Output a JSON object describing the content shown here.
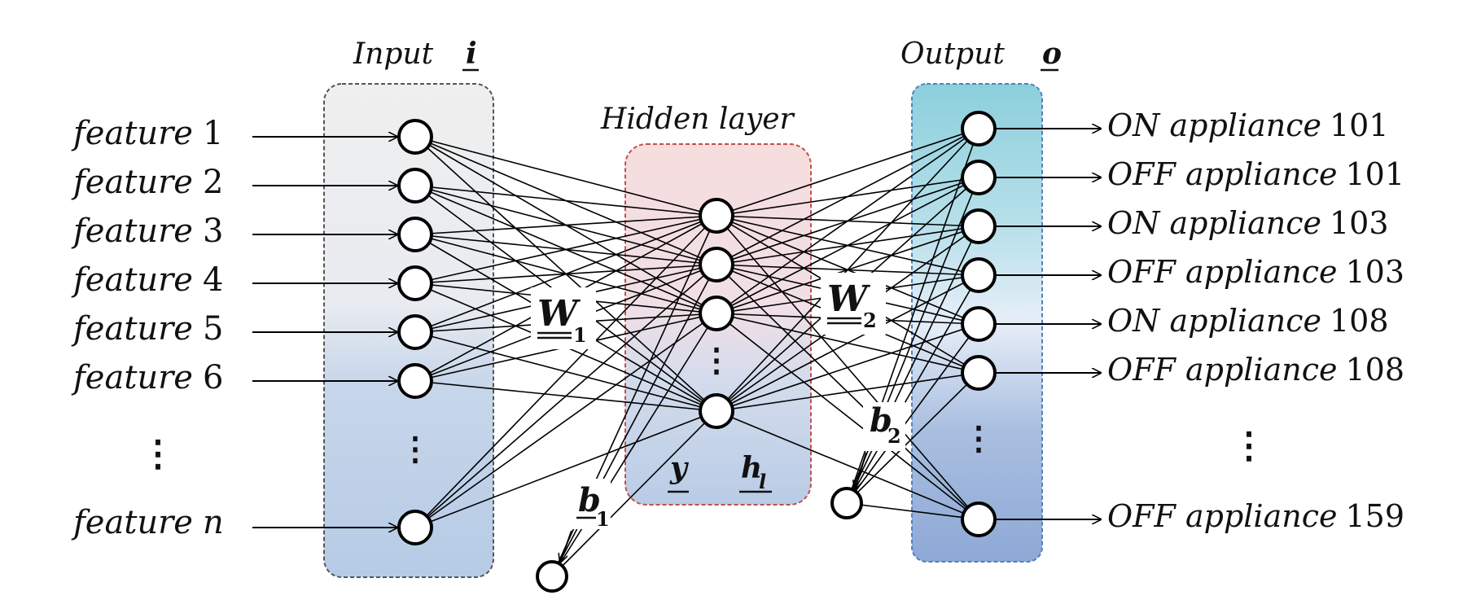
{
  "titles": {
    "input_word": "Input",
    "input_symbol": "i",
    "hidden": "Hidden layer",
    "output_word": "Output",
    "output_symbol": "o"
  },
  "inputs": [
    {
      "word": "feature",
      "idx": "1"
    },
    {
      "word": "feature",
      "idx": "2"
    },
    {
      "word": "feature",
      "idx": "3"
    },
    {
      "word": "feature",
      "idx": "4"
    },
    {
      "word": "feature",
      "idx": "5"
    },
    {
      "word": "feature",
      "idx": "6"
    },
    {
      "word": "feature",
      "idx": "n"
    }
  ],
  "outputs": [
    {
      "word": "ON appliance",
      "num": "101"
    },
    {
      "word": "OFF appliance",
      "num": "101"
    },
    {
      "word": "ON appliance",
      "num": "103"
    },
    {
      "word": "OFF appliance",
      "num": "103"
    },
    {
      "word": "ON appliance",
      "num": "108"
    },
    {
      "word": "OFF appliance",
      "num": "108"
    },
    {
      "word": "OFF appliance",
      "num": "159"
    }
  ],
  "weights": {
    "w1": "W",
    "w1_sub": "1",
    "w2": "W",
    "w2_sub": "2",
    "b1": "b",
    "b1_sub": "1",
    "b2": "b",
    "b2_sub": "2"
  },
  "hidden_labels": {
    "y": "y",
    "h": "h",
    "h_sub": "l"
  },
  "ellipsis": "⋮",
  "colors": {
    "input_box_top": "#efefef",
    "input_box_bottom": "#b6cbe6",
    "hidden_box_top": "#f6dede",
    "hidden_box_bottom": "#b9cce6",
    "output_box_top": "#8ccfdc",
    "output_box_bottom": "#8ea9d6",
    "hidden_border": "#c0504d",
    "output_border": "#4f81bd"
  }
}
